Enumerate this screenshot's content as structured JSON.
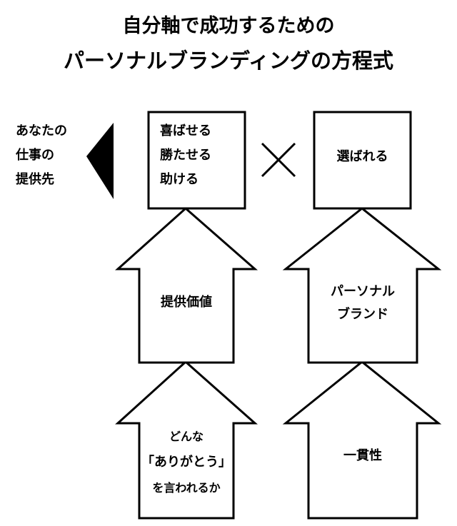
{
  "title": {
    "line1": "自分軸で成功するための",
    "line2": "パーソナルブランディングの方程式"
  },
  "provider": {
    "lines": [
      "あなたの",
      "仕事の",
      "提供先"
    ]
  },
  "result_box": {
    "lines": [
      "喜ばせる",
      "勝たせる",
      "助ける"
    ]
  },
  "operator": "×",
  "chosen_box": {
    "label": "選ばれる"
  },
  "left_column": {
    "upper_arrow": "提供価値",
    "lower_arrow": [
      "どんな",
      "「ありがとう」",
      "を言われるか"
    ]
  },
  "right_column": {
    "upper_arrow": [
      "パーソナル",
      "ブランド"
    ],
    "lower_arrow": "一貫性"
  },
  "colors": {
    "stroke": "#000000",
    "fill": "#ffffff",
    "text": "#000000"
  }
}
